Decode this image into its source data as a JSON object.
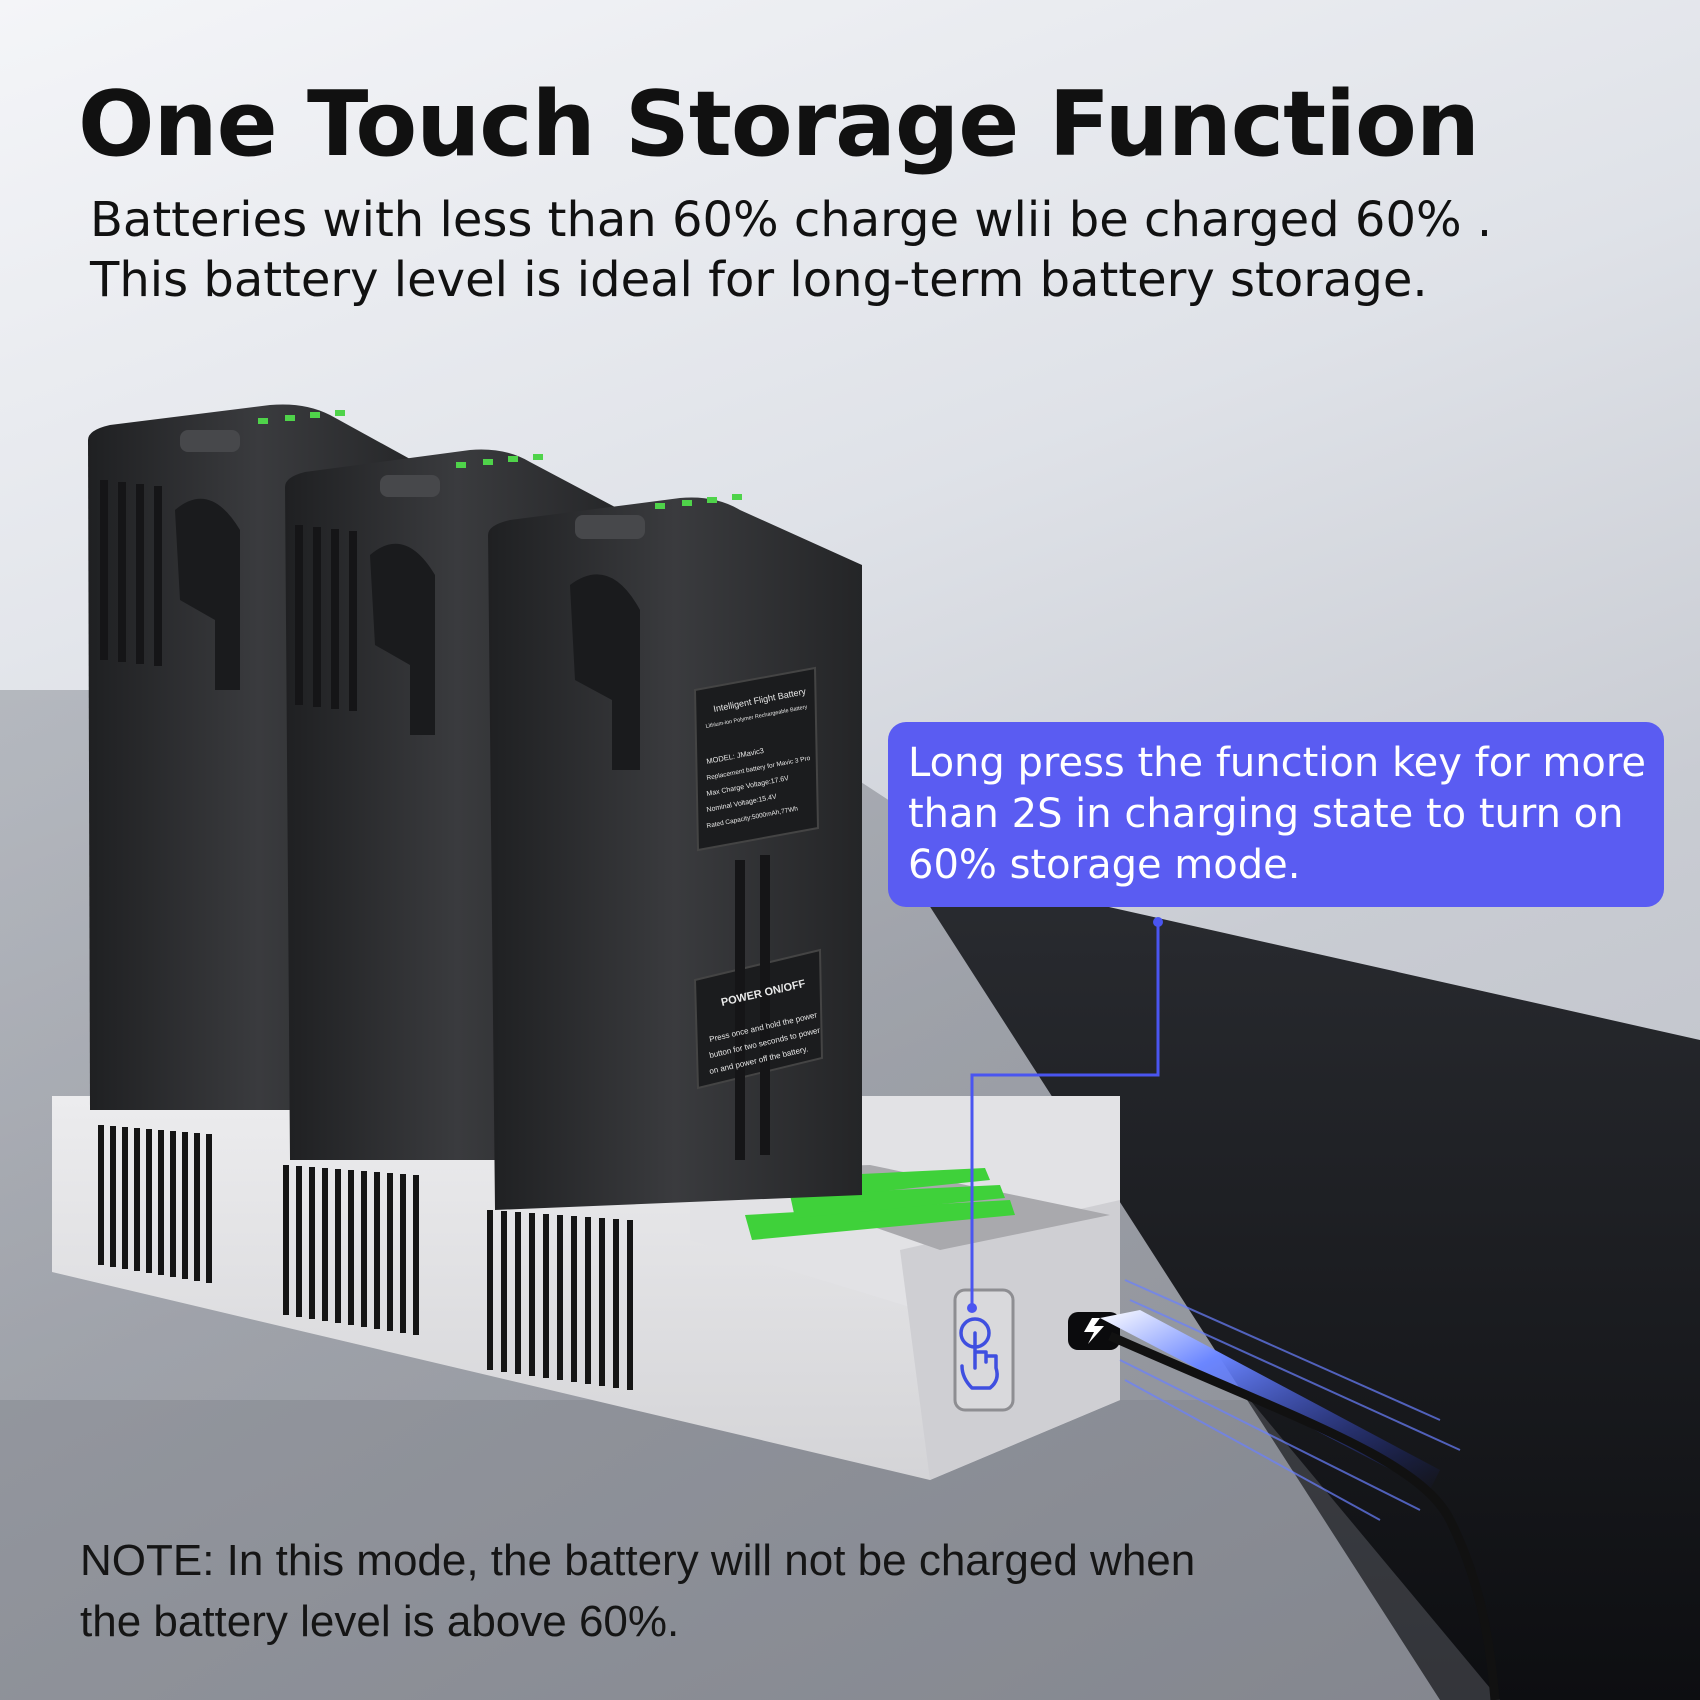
{
  "headline": "One Touch Storage Function",
  "subtitle_lines": [
    "Batteries with less than 60% charge wlii be charged 60% .",
    "This battery level is ideal for long-term battery storage."
  ],
  "callout": {
    "text": "Long press the function key for more than 2S in charging state to turn on 60% storage mode.",
    "color": "#5a5cf2"
  },
  "note_lines": [
    "NOTE: In this mode, the battery will not be charged when",
    "the battery level is above 60%."
  ],
  "battery_label": {
    "title": "Intelligent Flight Battery",
    "subtitle": "Lithium-ion Polymer Rechargeable Battery",
    "specs": [
      "MODEL: JMavic3",
      "Replacement battery for Mavic 3 Pro",
      "Max Charge Voltage:17.6V",
      "Nominal Voltage:15.4V",
      "Rated Capacity:5000mAh,77Wh"
    ],
    "power_title": "POWER ON/OFF",
    "power_lines": [
      "Press once and hold the power",
      "button for two seconds to power",
      "on and power off the battery."
    ]
  },
  "icons": {
    "function_key": "touch-hand-icon",
    "charge_port": "usb-c-lightning-icon"
  },
  "colors": {
    "led_green": "#4fd34a",
    "battery_body": "#2e2f31",
    "charger_body": "#e6e6e8",
    "connector_glow": "#3e5cff",
    "screen_green": "#3fd13a"
  }
}
